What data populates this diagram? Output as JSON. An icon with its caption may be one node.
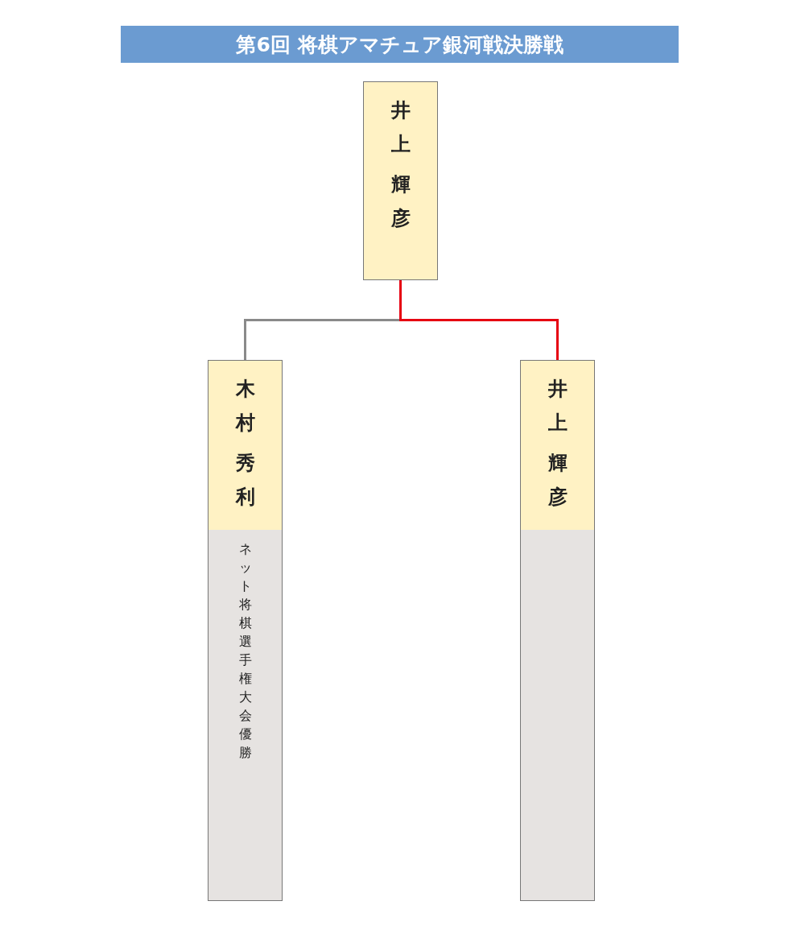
{
  "diagram": {
    "title": "第6回 将棋アマチュア銀河戦決勝戦",
    "nodes": [
      {
        "text": [
          "井上",
          "輝彦"
        ]
      },
      {
        "text": [
          "木村",
          "秀利",
          "ネット将棋選手権大会優勝"
        ]
      },
      {
        "text": [
          "井上",
          "輝彦"
        ]
      }
    ],
    "edges": [
      {
        "from": 1,
        "to": 0,
        "arrow": "none",
        "color": "#8a8a8a"
      },
      {
        "from": 2,
        "to": 0,
        "arrow": "none",
        "color": "#e60012"
      }
    ]
  }
}
